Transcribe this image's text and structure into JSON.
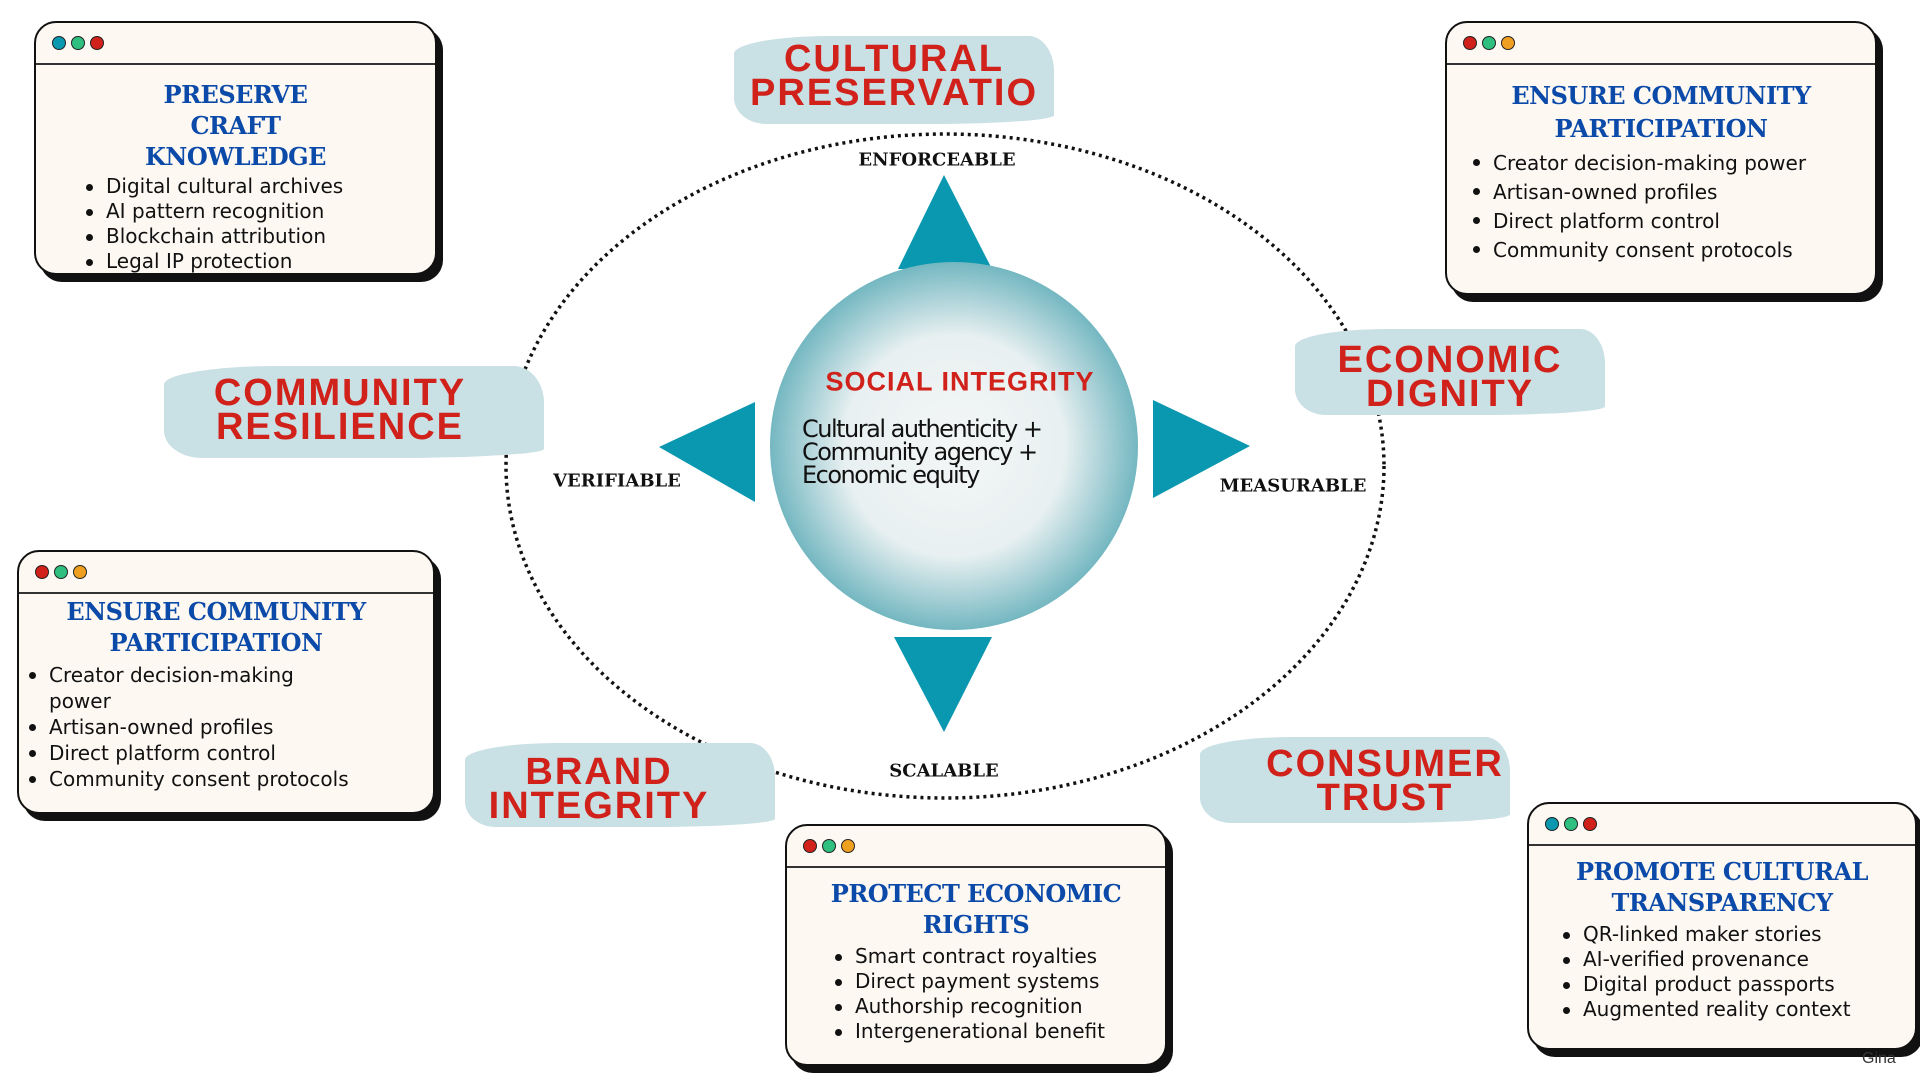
{
  "center": {
    "title": "SOCIAL INTEGRITY",
    "lines": [
      "Cultural authenticity +",
      "Community agency +",
      "Economic equity"
    ]
  },
  "axes": {
    "top": "ENFORCEABLE",
    "left": "VERIFIABLE",
    "right": "MEASURABLE",
    "bottom": "SCALABLE"
  },
  "pillars": {
    "cultural": [
      "CULTURAL",
      "PRESERVATIO"
    ],
    "community": [
      "COMMUNITY",
      "RESILIENCE"
    ],
    "economic": [
      "ECONOMIC",
      "DIGNITY"
    ],
    "brand": [
      "BRAND",
      "INTEGRITY"
    ],
    "consumer": [
      "CONSUMER",
      "TRUST"
    ]
  },
  "cards": [
    {
      "title": "PRESERVE CRAFT KNOWLEDGE",
      "items": [
        "Digital cultural archives",
        "AI pattern recognition",
        "Blockchain attribution",
        "Legal IP protection"
      ]
    },
    {
      "title": "ENSURE COMMUNITY PARTICIPATION",
      "items": [
        "Creator decision-making power",
        "Artisan-owned profiles",
        "Direct platform control",
        "Community consent protocols"
      ]
    },
    {
      "title": "ENSURE COMMUNITY PARTICIPATION",
      "items": [
        "Creator decision-making power",
        "Artisan-owned profiles",
        "Direct platform control",
        "Community consent protocols"
      ]
    },
    {
      "title": "PROTECT ECONOMIC RIGHTS",
      "items": [
        "Smart contract royalties",
        "Direct payment systems",
        "Authorship recognition",
        "Intergenerational benefit"
      ]
    },
    {
      "title": "PROMOTE CULTURAL TRANSPARENCY",
      "items": [
        "QR-linked maker stories",
        "AI-verified provenance",
        "Digital product passports",
        "Augmented reality context"
      ]
    }
  ],
  "signature": "Gina",
  "colors": {
    "teal": "#0a97b0",
    "red": "#d0211a",
    "blue": "#0b4aa8",
    "splash": "#c9e0e5"
  }
}
